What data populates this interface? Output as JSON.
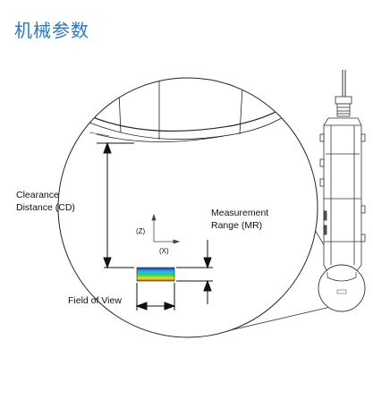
{
  "header": {
    "title": "机械参数",
    "title_color": "#2a78c2"
  },
  "diagram": {
    "labels": {
      "clearance_line1": "Clearance",
      "clearance_line2": "Distance (CD)",
      "measurement_line1": "Measurement",
      "measurement_line2": "Range (MR)",
      "field_of_view": "Field of View",
      "axis_z": "(Z)",
      "axis_x": "(X)"
    }
  }
}
